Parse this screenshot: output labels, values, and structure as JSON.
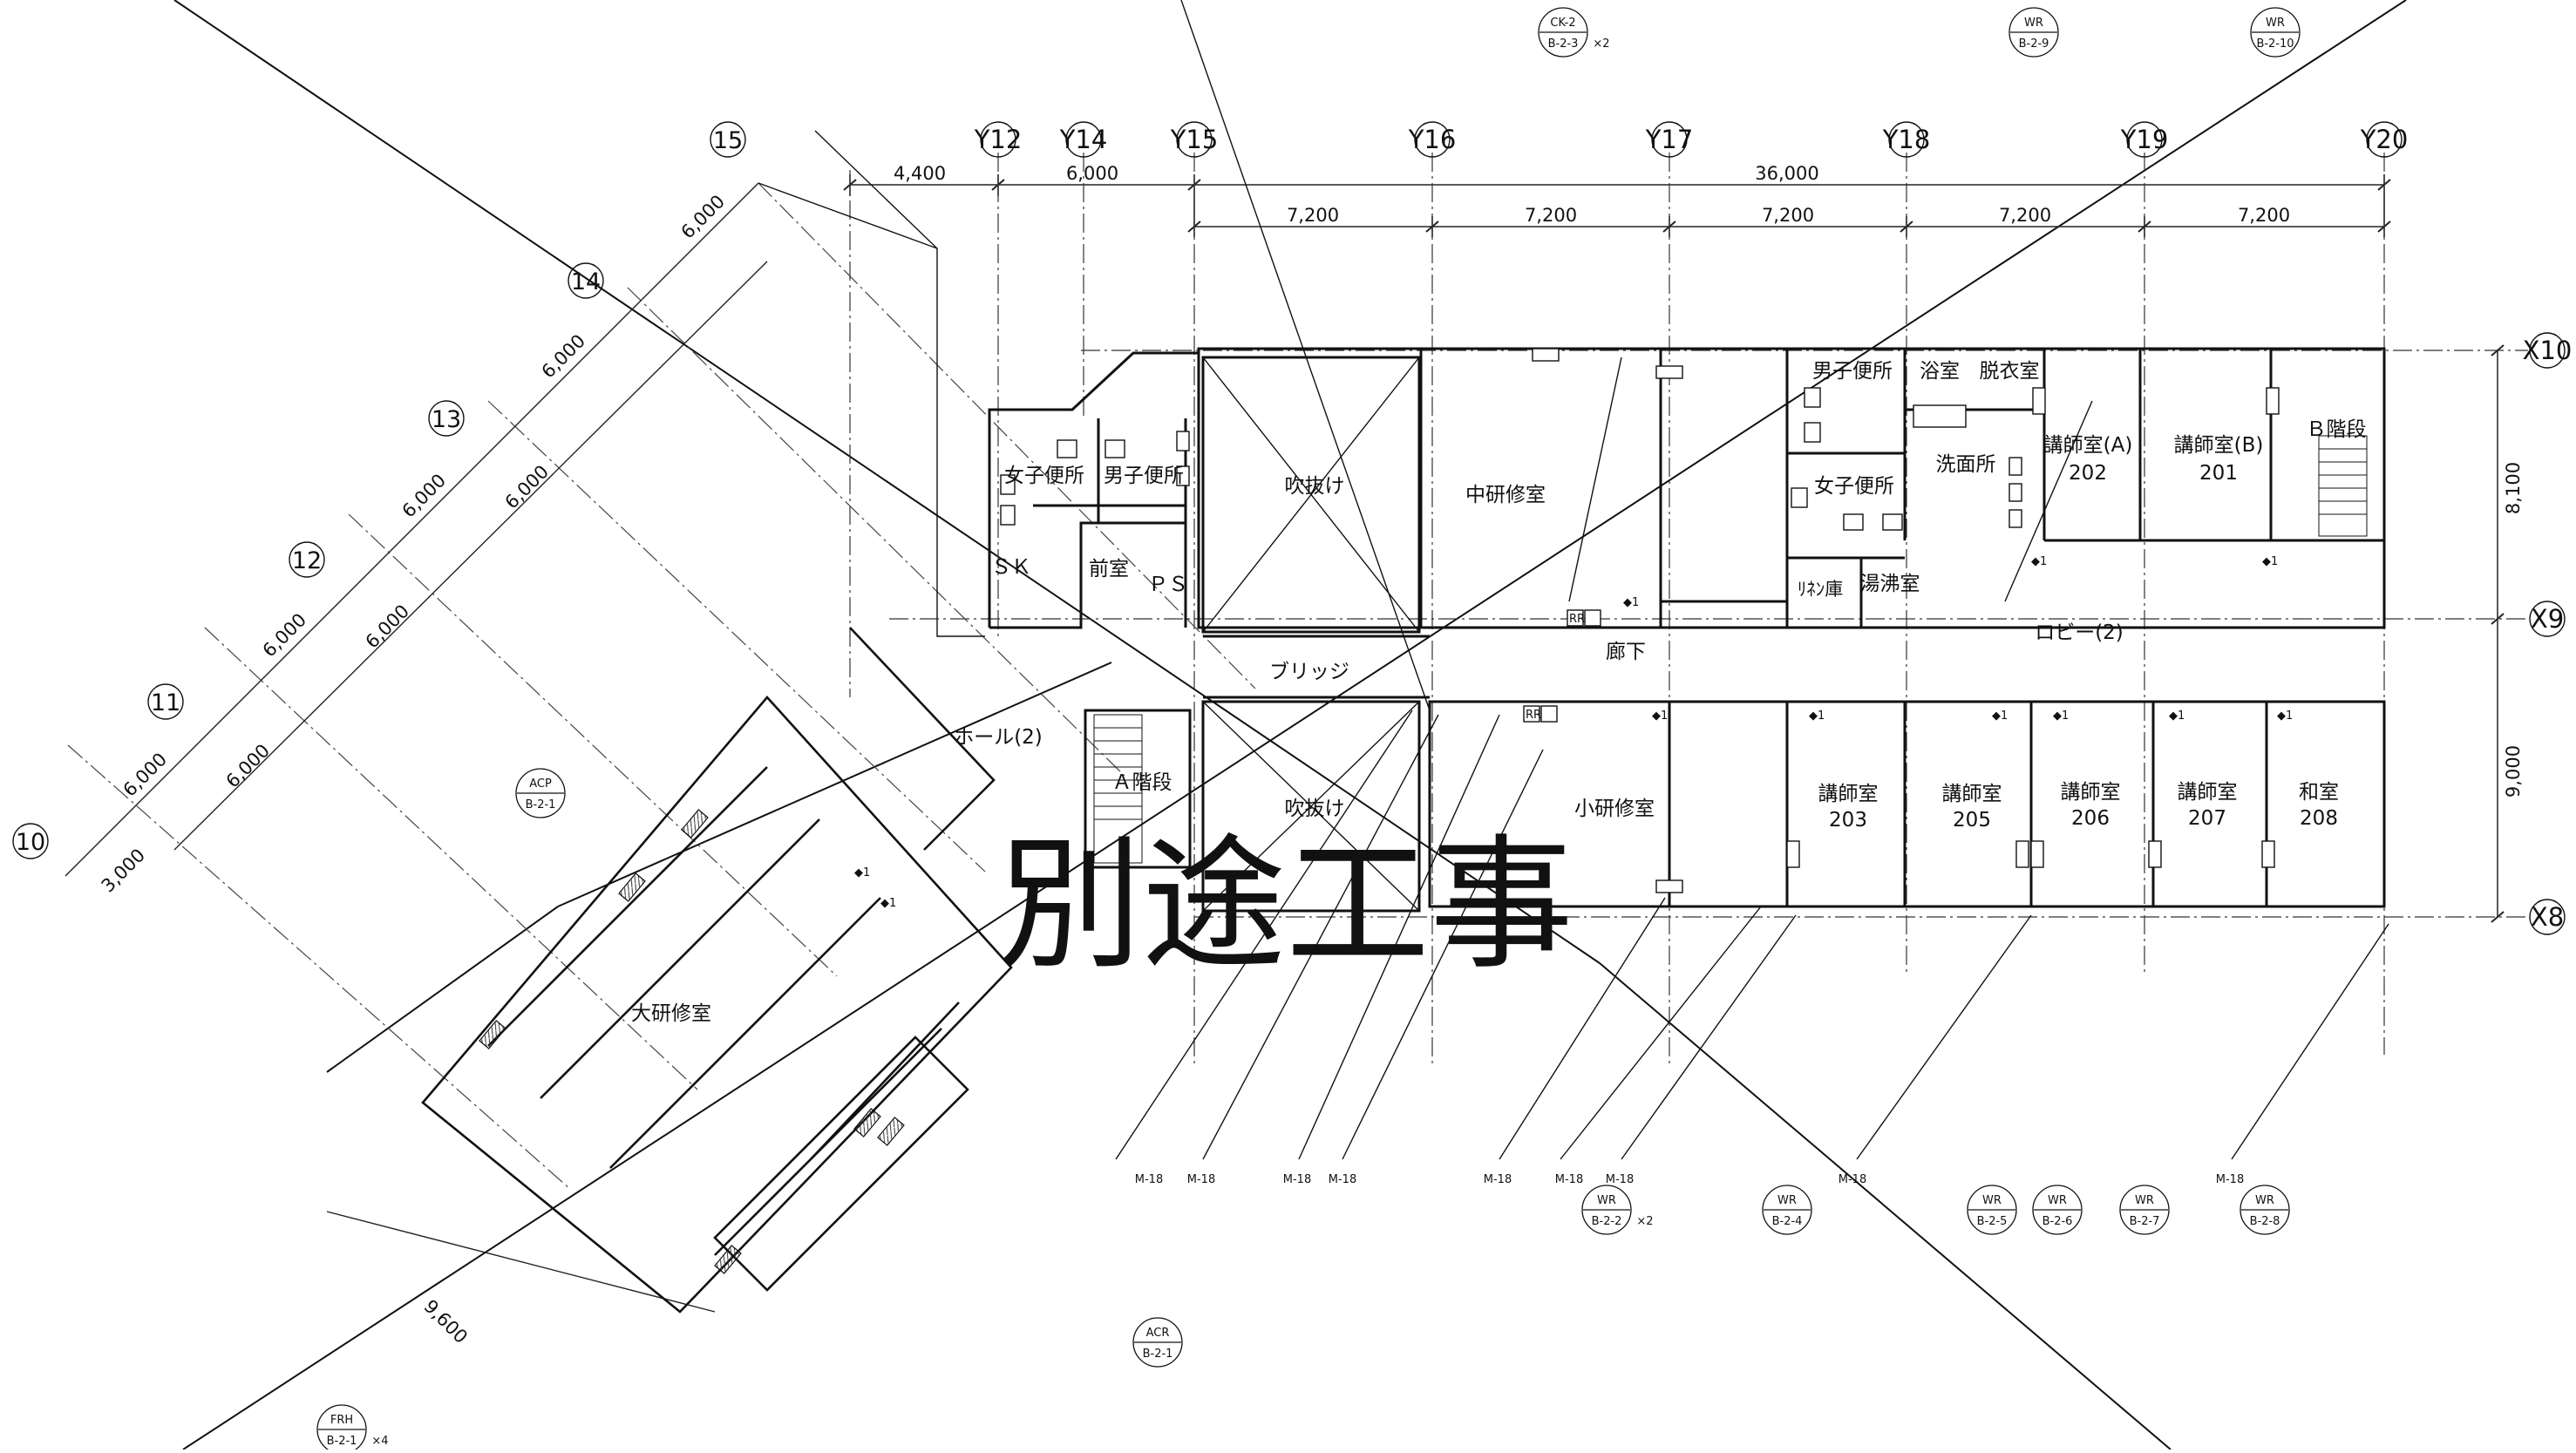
{
  "grid_top": [
    "Y12",
    "Y14",
    "Y15",
    "Y16",
    "Y17",
    "Y18",
    "Y19",
    "Y20"
  ],
  "grid_right": [
    "X10",
    "X9",
    "X8"
  ],
  "grid_diag": [
    "10",
    "11",
    "12",
    "13",
    "14",
    "15"
  ],
  "dims_top": {
    "d1": "4,400",
    "d2": "6,000",
    "total": "36,000",
    "bays": [
      "7,200",
      "7,200",
      "7,200",
      "7,200",
      "7,200"
    ]
  },
  "dims_right": [
    "8,100",
    "9,000"
  ],
  "dims_diag": {
    "outer": [
      "6,000",
      "6,000",
      "6,000",
      "6,000",
      "6,000"
    ],
    "inner": [
      "3,000",
      "6,000",
      "6,000",
      "6,000"
    ],
    "bottom": "9,600"
  },
  "rooms": {
    "womens_wc_l": "女子便所",
    "mens_wc_l": "男子便所",
    "sk": "ＳＫ",
    "anteroom": "前室",
    "ps": "ＰＳ",
    "atrium_upper": "吹抜け",
    "atrium_lower": "吹抜け",
    "mid_study": "中研修室",
    "small_study": "小研修室",
    "bridge": "ブリッジ",
    "corridor": "廊下",
    "hall": "ホール(2)",
    "stair_a": "Ａ階段",
    "stair_b": "Ｂ階段",
    "large_study": "大研修室",
    "mens_wc_r": "男子便所",
    "bath": "浴室",
    "dressing": "脱衣室",
    "womens_wc_r": "女子便所",
    "washroom": "洗面所",
    "linen": "ﾘﾈﾝ庫",
    "kettle": "湯沸室",
    "lobby": "ロビー(2)",
    "lect_a": "講師室(A)",
    "lect_a_no": "202",
    "lect_b": "講師室(B)",
    "lect_b_no": "201",
    "lect203": "講師室",
    "lect203_no": "203",
    "lect205": "講師室",
    "lect205_no": "205",
    "lect206": "講師室",
    "lect206_no": "206",
    "lect207": "講師室",
    "lect207_no": "207",
    "washitsu": "和室",
    "washitsu_no": "208"
  },
  "stamp": "別途工事",
  "tags": [
    {
      "code": "CK-2",
      "ref": "B-2-3",
      "mult": "×2"
    },
    {
      "code": "WR",
      "ref": "B-2-9",
      "mult": ""
    },
    {
      "code": "WR",
      "ref": "B-2-10",
      "mult": ""
    },
    {
      "code": "ACP",
      "ref": "B-2-1",
      "mult": ""
    },
    {
      "code": "WR",
      "ref": "B-2-2",
      "mult": "×2"
    },
    {
      "code": "WR",
      "ref": "B-2-4",
      "mult": ""
    },
    {
      "code": "WR",
      "ref": "B-2-5",
      "mult": ""
    },
    {
      "code": "WR",
      "ref": "B-2-6",
      "mult": ""
    },
    {
      "code": "WR",
      "ref": "B-2-7",
      "mult": ""
    },
    {
      "code": "WR",
      "ref": "B-2-8",
      "mult": ""
    },
    {
      "code": "ACR",
      "ref": "B-2-1",
      "mult": ""
    },
    {
      "code": "FRH",
      "ref": "B-2-1",
      "mult": "×4"
    }
  ],
  "m_label": "M-18",
  "small_marks": {
    "dot1": "◆1",
    "rr": "RR",
    "rr2": "RR"
  }
}
